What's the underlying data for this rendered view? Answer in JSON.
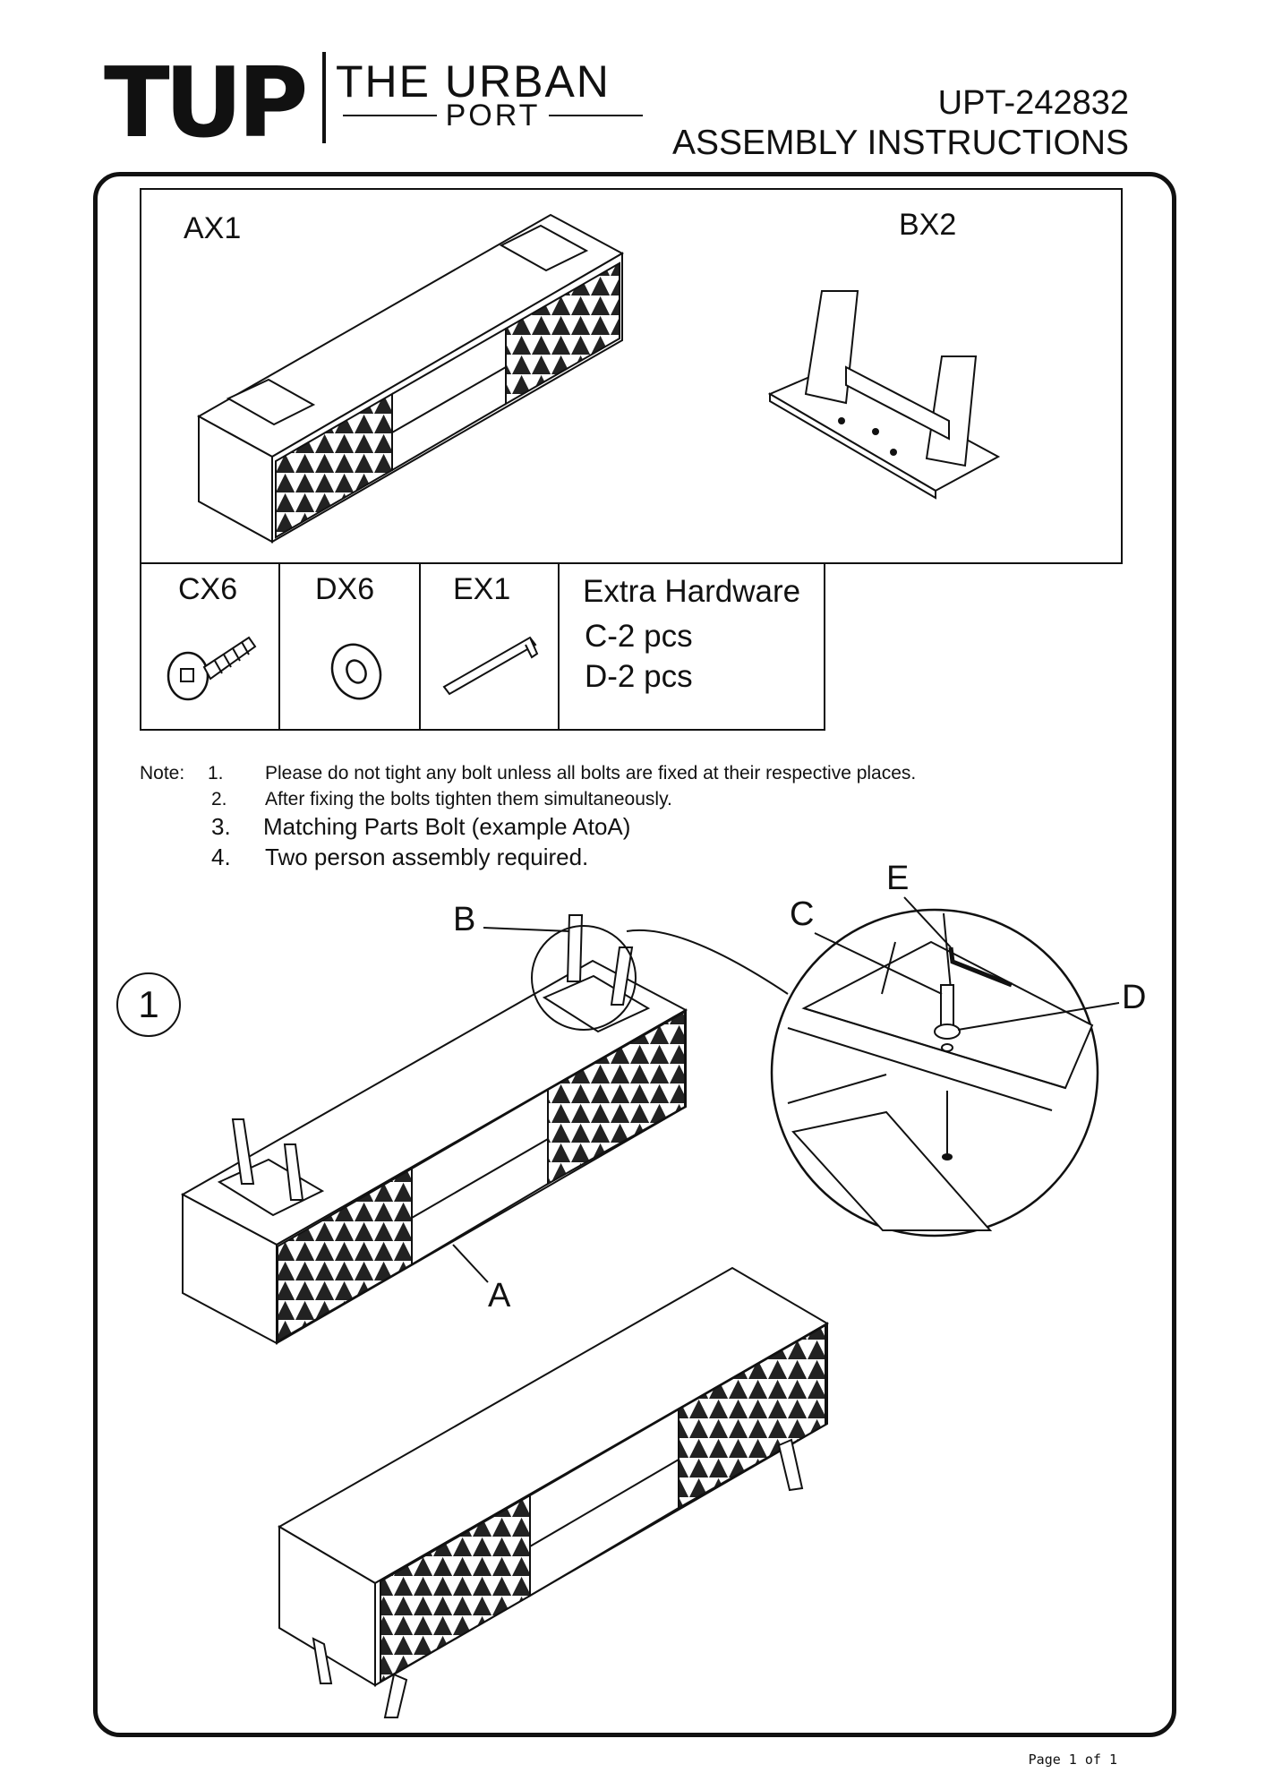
{
  "header": {
    "logo_mark": "TUP",
    "logo_line1": "THE URBAN",
    "logo_line2": "PORT",
    "model": "UPT-242832",
    "title": "ASSEMBLY INSTRUCTIONS"
  },
  "parts": [
    {
      "label": "AX1"
    },
    {
      "label": "BX2"
    }
  ],
  "hardware": [
    {
      "label": "CX6"
    },
    {
      "label": "DX6"
    },
    {
      "label": "EX1"
    }
  ],
  "extra_hardware": {
    "title": "Extra Hardware",
    "lines": [
      "C-2 pcs",
      "D-2 pcs"
    ]
  },
  "notes": {
    "prefix": "Note:",
    "items": [
      {
        "num": "1.",
        "text": "Please do not tight any bolt unless all bolts are fixed at their respective places."
      },
      {
        "num": "2.",
        "text": "After fixing the bolts tighten them simultaneously."
      },
      {
        "num": "3.",
        "text": "Matching Parts Bolt (example AtoA)"
      },
      {
        "num": "4.",
        "text": "Two person assembly required."
      }
    ]
  },
  "step": {
    "number": "1",
    "callouts": {
      "a": "A",
      "b": "B",
      "c": "C",
      "d": "D",
      "e": "E"
    }
  },
  "footer": {
    "page": "Page 1 of 1"
  }
}
